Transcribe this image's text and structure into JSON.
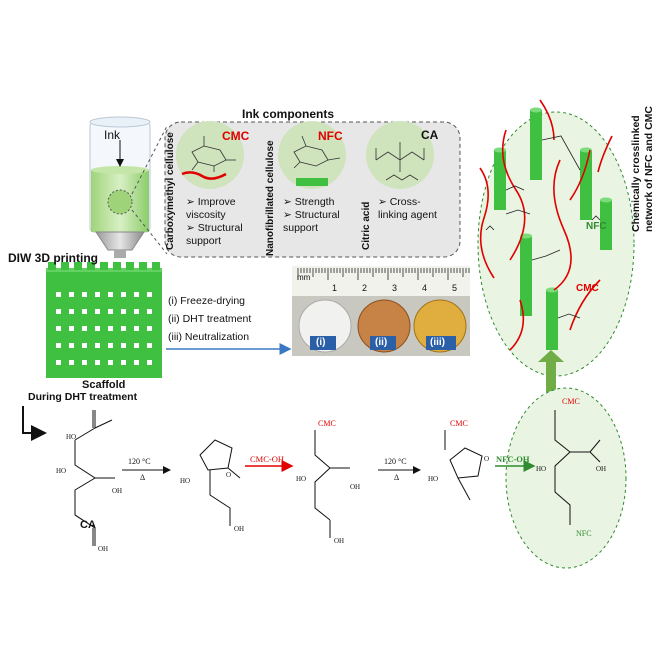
{
  "ink_components": {
    "title": "Ink components",
    "cmc": {
      "vertical_label": "Carboxymethyl cellulose",
      "abbr": "CMC",
      "bullets": [
        "Improve viscosity",
        "Structural support"
      ]
    },
    "nfc": {
      "vertical_label": "Nanofibrillated cellulose",
      "abbr": "NFC",
      "bullets": [
        "Strength",
        "Structural support"
      ]
    },
    "ca": {
      "vertical_label": "Citric acid",
      "abbr": "CA",
      "bullets": [
        "Cross-linking agent"
      ]
    }
  },
  "printing": {
    "ink_label": "Ink",
    "process_label": "DIW 3D printing",
    "scaffold_label": "Scaffold"
  },
  "steps": [
    "(i) Freeze-drying",
    "(ii) DHT treatment",
    "(iii) Neutralization"
  ],
  "samples": [
    "(i)",
    "(ii)",
    "(iii)"
  ],
  "ruler": {
    "mm_label": "mm",
    "numbers": [
      "1",
      "2",
      "3",
      "4",
      "5"
    ]
  },
  "network": {
    "title_lines": [
      "Chemically crosslinked",
      "network of NFC and CMC"
    ],
    "nfc_label": "NFC",
    "cmc_label": "CMC"
  },
  "dht": {
    "title": "During DHT treatment",
    "ca_label": "CA",
    "step1_top": "120 °C",
    "step1_bottom": "Δ",
    "step2": "CMC-OH",
    "step3_top": "120 °C",
    "step3_bottom": "Δ",
    "step4": "NFC-OH",
    "cmc_sub": "CMC",
    "nfc_sub": "NFC",
    "atoms": {
      "ho": "HO",
      "oh": "OH",
      "o": "O"
    }
  },
  "colors": {
    "green_light": "#cfe3bd",
    "green_bright": "#3fc040",
    "green_dark": "#2e8b2e",
    "red": "#e00000",
    "panel_bg": "#e7e7e7",
    "arrow_blue": "#3b78c4",
    "arrow_green": "#70ad47"
  }
}
